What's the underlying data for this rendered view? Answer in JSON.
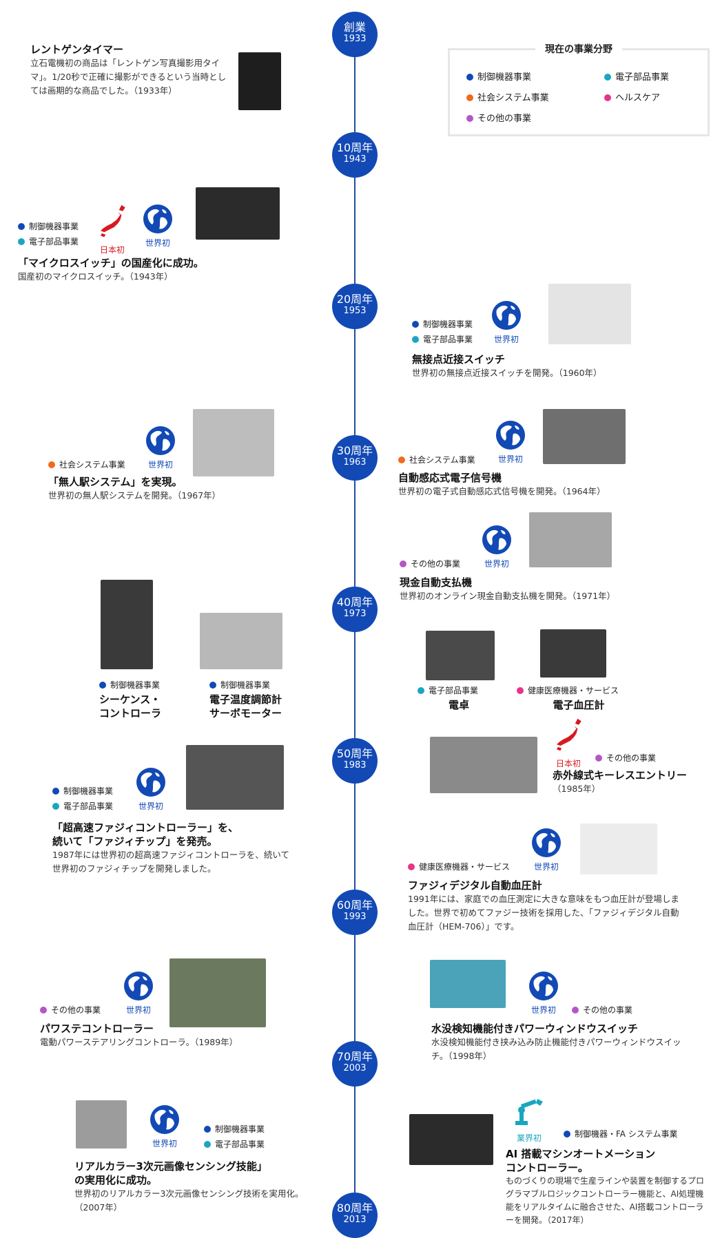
{
  "milestones": [
    {
      "label": "創業",
      "year": "1933"
    },
    {
      "label": "10周年",
      "year": "1943"
    },
    {
      "label": "20周年",
      "year": "1953"
    },
    {
      "label": "30周年",
      "year": "1963"
    },
    {
      "label": "40周年",
      "year": "1973"
    },
    {
      "label": "50周年",
      "year": "1983"
    },
    {
      "label": "60周年",
      "year": "1993"
    },
    {
      "label": "70周年",
      "year": "2003"
    },
    {
      "label": "80周年",
      "year": "2013"
    }
  ],
  "legend": {
    "title": "現在の事業分野",
    "items": [
      "制御機器事業",
      "電子部品事業",
      "社会システム事業",
      "ヘルスケア",
      "その他の事業"
    ]
  },
  "badges": {
    "world_first": "世界初",
    "japan_first": "日本初",
    "industry_first": "業界初"
  },
  "colors": {
    "control": "#1249b5",
    "electronic": "#1aa6bf",
    "social": "#f06a1d",
    "health": "#e8338b",
    "other": "#b356c6"
  },
  "events": {
    "e1": {
      "title": "レントゲンタイマー",
      "desc": "立石電機初の商品は「レントゲン写真撮影用タイマ」。1/20秒で正確に撮影ができるという当時としては画期的な商品でした。（1933年）"
    },
    "e2": {
      "tag1": "制御機器事業",
      "tag2": "電子部品事業",
      "title": "「マイクロスイッチ」の国産化に成功。",
      "desc": "国産初のマイクロスイッチ。（1943年）"
    },
    "e3": {
      "tag1": "制御機器事業",
      "tag2": "電子部品事業",
      "title": "無接点近接スイッチ",
      "desc": "世界初の無接点近接スイッチを開発。（1960年）"
    },
    "e4": {
      "tag1": "社会システム事業",
      "title": "「無人駅システム」を実現。",
      "desc": "世界初の無人駅システムを開発。（1967年）"
    },
    "e5": {
      "tag1": "社会システム事業",
      "title": "自動感応式電子信号機",
      "desc": "世界初の電子式自動感応式信号機を開発。（1964年）"
    },
    "e6": {
      "tag1": "その他の事業",
      "title": "現金自動支払機",
      "desc": "世界初のオンライン現金自動支払機を開発。（1971年）"
    },
    "e7": {
      "tag1": "制御機器事業",
      "title1": "シーケンス・",
      "title2": "コントローラ"
    },
    "e8": {
      "tag1": "制御機器事業",
      "title1": "電子温度調節計",
      "title2": "サーボモーター"
    },
    "e9": {
      "tag1": "電子部品事業",
      "title": "電卓"
    },
    "e10": {
      "tag1": "健康医療機器・サービス",
      "title": "電子血圧計"
    },
    "e11": {
      "tag1": "その他の事業",
      "title": "赤外線式キーレスエントリー",
      "desc": "（1985年）"
    },
    "e12": {
      "tag1": "制御機器事業",
      "tag2": "電子部品事業",
      "title1": "「超高速ファジィコントローラー」を、",
      "title2": "続いて「ファジィチップ」を発売。",
      "desc": "1987年には世界初の超高速ファジィコントローラを、続いて世界初のファジィチップを開発しました。"
    },
    "e13": {
      "tag1": "健康医療機器・サービス",
      "title": "ファジィデジタル自動血圧計",
      "desc": "1991年には、家庭での血圧測定に大きな意味をもつ血圧計が登場しました。世界で初めてファジー技術を採用した、「ファジィデジタル自動血圧計（HEM-706）」です。"
    },
    "e14": {
      "tag1": "その他の事業",
      "title": "パワステコントローラー",
      "desc": "電動パワーステアリングコントローラ。（1989年）"
    },
    "e15": {
      "tag1": "その他の事業",
      "title": "水没検知機能付きパワーウィンドウスイッチ",
      "desc": "水没検知機能付き挟み込み防止機能付きパワーウィンドウスイッチ。（1998年）"
    },
    "e16": {
      "tag1": "制御機器事業",
      "tag2": "電子部品事業",
      "title1": "リアルカラー3次元画像センシング技能」",
      "title2": "の実用化に成功。",
      "desc": "世界初のリアルカラー3次元画像センシング技術を実用化。（2007年）"
    },
    "e17": {
      "tag1": "制御機器・FA システム事業",
      "title1": "AI 搭載マシンオートメーション",
      "title2": "コントローラー。",
      "desc": "ものづくりの現場で生産ラインや装置を制御するプログラマブルロジックコントローラー機能と、AI処理機能をリアルタイムに融合させた、AI搭載コントローラーを開発。（2017年）"
    }
  }
}
